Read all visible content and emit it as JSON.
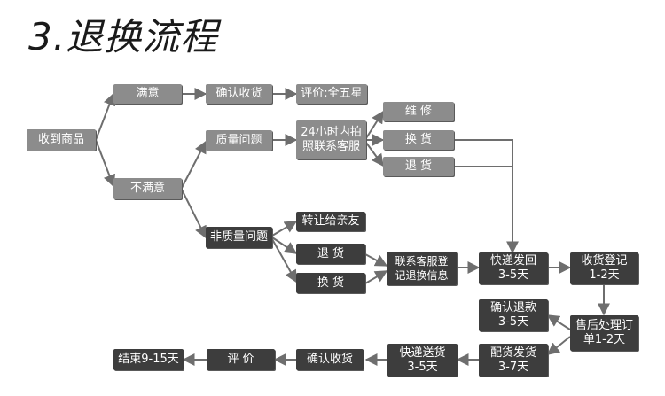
{
  "title": "3.退换流程",
  "colors": {
    "box_gray": "#8c8c8c",
    "box_dark": "#3d3d3d",
    "line": "#6e6e6e"
  },
  "nodes": {
    "receive": "收到商品",
    "satisfied": "满意",
    "confirm_receipt_1": "确认收货",
    "rate_five_star": "评价:全五星",
    "unsatisfied": "不满意",
    "quality_issue": "质量问题",
    "photo_service": "24小时内拍\n照联系客服",
    "repair": "维  修",
    "exchange_1": "换  货",
    "return_1": "退  货",
    "non_quality_issue": "非质量问题",
    "transfer_friend": "转让给亲友",
    "return_2": "退  货",
    "exchange_2": "换  货",
    "contact_service_register": "联系客服登\n记退换信息",
    "express_return": "快递发回\n3-5天",
    "receipt_register": "收货登记\n1-2天",
    "confirm_refund": "确认退款\n3-5天",
    "aftersale_process": "售后处理订\n单1-2天",
    "ship_goods": "配货发货\n3-7天",
    "express_delivery": "快递送货\n3-5天",
    "confirm_receipt_2": "确认收货",
    "rate": "评  价",
    "finish": "结束9-15天"
  }
}
